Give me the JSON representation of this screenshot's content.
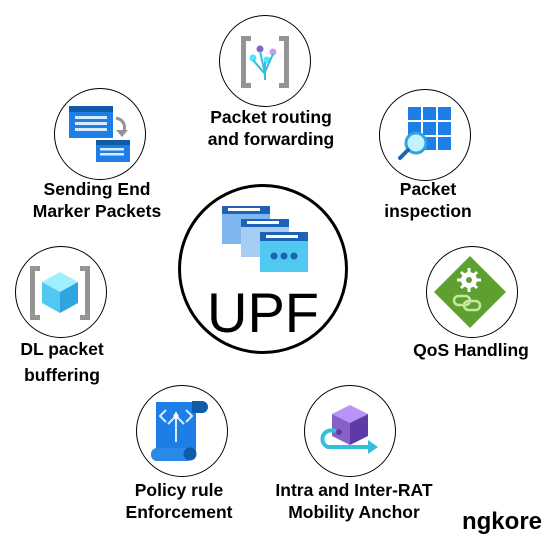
{
  "center": {
    "label": "UPF"
  },
  "nodes": [
    {
      "line1": "Packet routing",
      "line2": "and forwarding"
    },
    {
      "line1": "Packet",
      "line2": "inspection"
    },
    {
      "line1": "QoS Handling",
      "line2": ""
    },
    {
      "line1": "Intra and Inter-RAT",
      "line2": "Mobility Anchor"
    },
    {
      "line1": "Policy rule",
      "line2": "Enforcement"
    },
    {
      "line1": "DL packet",
      "line2": "buffering"
    },
    {
      "line1": "Sending End",
      "line2": "Marker Packets"
    }
  ],
  "brand": "ngkore",
  "colors": {
    "azure_blue": "#0078d4",
    "light_blue": "#50e6ff",
    "green": "#5ea02f",
    "purple": "#8661c5",
    "gray": "#949494"
  },
  "icons": [
    "routing-bracket-icon",
    "grid-search-icon",
    "gear-link-diamond-icon",
    "purple-cube-arrow-icon",
    "policy-scroll-icon",
    "cube-bracket-icon",
    "marker-windows-icon",
    "upf-windows-icon"
  ]
}
